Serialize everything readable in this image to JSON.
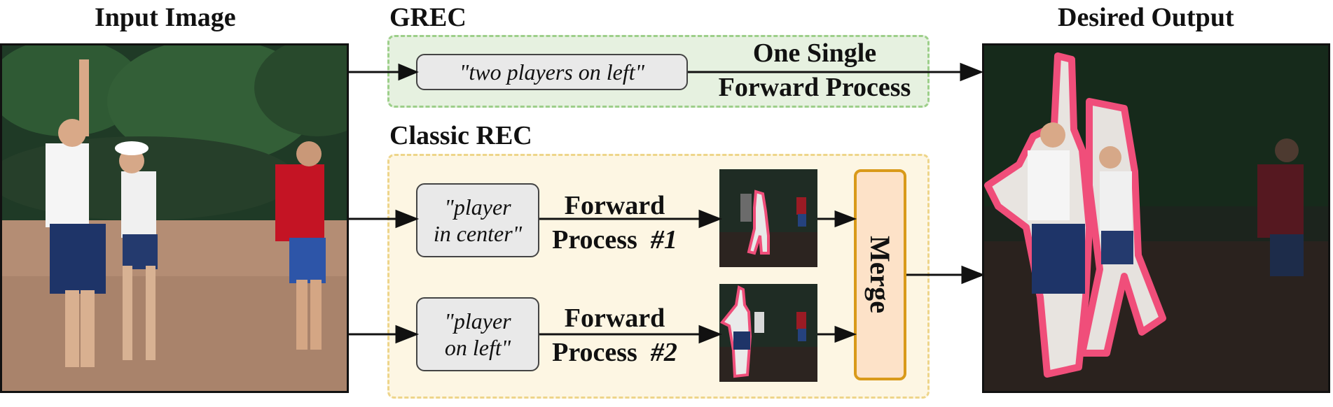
{
  "titles": {
    "input": "Input Image",
    "grec": "GREC",
    "classic": "Classic REC",
    "output": "Desired Output"
  },
  "grec": {
    "query": "\"two players on left\"",
    "process_line1": "One Single",
    "process_line2": "Forward Process"
  },
  "classic": {
    "query1_line1": "\"player",
    "query1_line2": "in center\"",
    "query2_line1": "\"player",
    "query2_line2": "on left\"",
    "process1_line1": "Forward",
    "process1_line2": "Process",
    "process1_num": "#1",
    "process2_line1": "Forward",
    "process2_line2": "Process",
    "process2_num": "#2",
    "merge": "Merge"
  },
  "colors": {
    "grec_fill": "#e6f1e0",
    "grec_border": "#9dcf8a",
    "classic_fill": "#fdf6e3",
    "classic_border": "#eed58a",
    "mask_outline": "#f04e7a",
    "merge_fill": "#fde2c8",
    "merge_border": "#d99a1a"
  },
  "icons": [
    "tennis-court-photo",
    "masked-players-photo",
    "arrow-right"
  ]
}
